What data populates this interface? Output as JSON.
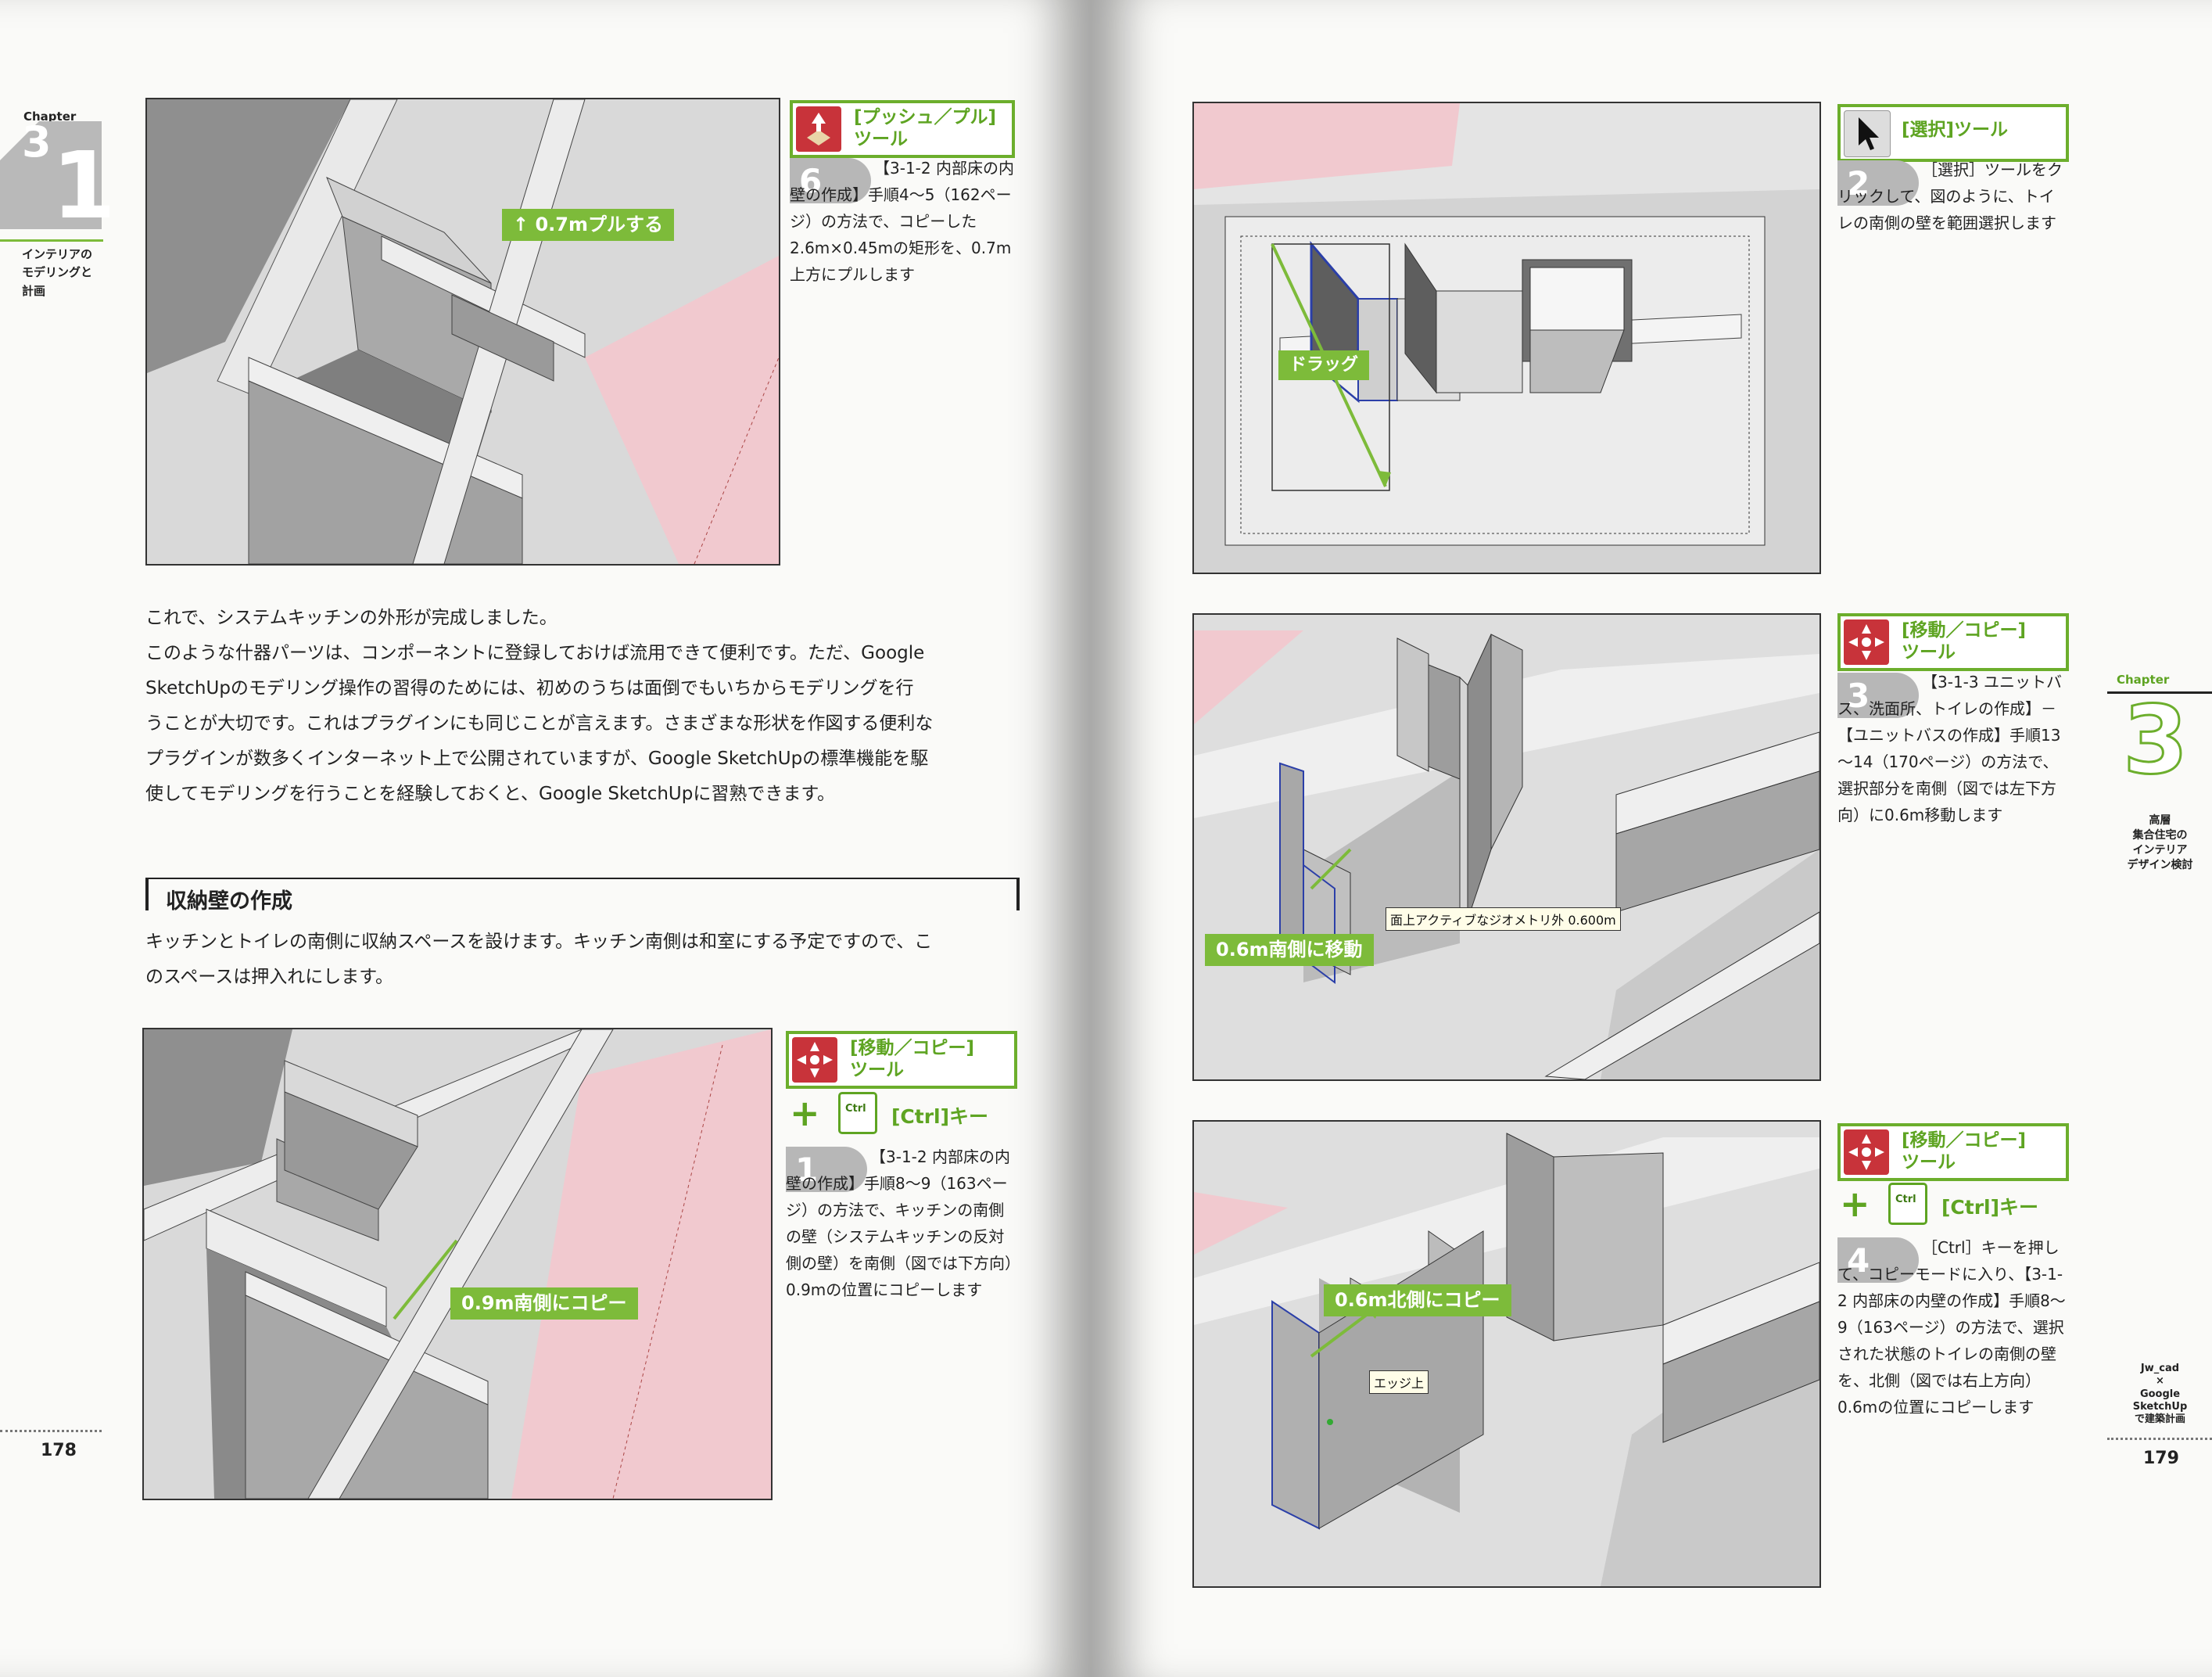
{
  "left_page": {
    "chapter_label": "Chapter",
    "chapter_number": "3",
    "section_number": "1",
    "section_caption": [
      "インテリアの",
      "モデリングと",
      "計画"
    ],
    "page_number": "178",
    "fig1_callout": "0.7mプルする",
    "tool1": {
      "name": "[プッシュ／プル]\nツール",
      "icon": "push-pull-icon",
      "step_number": "6",
      "step_text": "【3-1-2 内部床の内壁の作成】手順4～5（162ページ）の方法で、コピーした2.6m×0.45mの矩形を、0.7m上方にプルします"
    },
    "paragraph": [
      "これで、システムキッチンの外形が完成しました。",
      "このような什器パーツは、コンポーネントに登録しておけば流用できて便利です。ただ、Google",
      "SketchUpのモデリング操作の習得のためには、初めのうちは面倒でもいちからモデリングを行",
      "うことが大切です。これはプラグインにも同じことが言えます。さまざまな形状を作図する便利な",
      "プラグインが数多くインターネット上で公開されていますが、Google SketchUpの標準機能を駆",
      "使してモデリングを行うことを経験しておくと、Google SketchUpに習熟できます。"
    ],
    "heading": "収納壁の作成",
    "intro": [
      "キッチンとトイレの南側に収納スペースを設けます。キッチン南側は和室にする予定ですので、こ",
      "のスペースは押入れにします。"
    ],
    "fig2_callout": "0.9m南側にコピー",
    "tool2": {
      "name": "[移動／コピー]\nツール",
      "icon": "move-copy-icon",
      "key_label": "[Ctrl]キー",
      "key_icon_text": "Ctrl",
      "step_number": "1",
      "step_text": "【3-1-2 内部床の内壁の作成】手順8～9（163ページ）の方法で、キッチンの南側の壁（システムキッチンの反対側の壁）を南側（図では下方向）0.9mの位置にコピーします"
    }
  },
  "right_page": {
    "page_number": "179",
    "tab": {
      "chapter_label": "Chapter",
      "chapter_number": "3",
      "caption": [
        "高層",
        "集合住宅の",
        "インテリア",
        "デザイン検討"
      ],
      "book_title": [
        "Jw_cad",
        "×",
        "Google",
        "SketchUp",
        "で建築計画"
      ]
    },
    "fig3_callout": "ドラッグ",
    "tool3": {
      "name": "[選択]ツール",
      "icon": "select-arrow-icon",
      "step_number": "2",
      "step_text": "［選択］ツールをクリックして、図のように、トイレの南側の壁を範囲選択します"
    },
    "fig4_callout": "0.6m南側に移動",
    "fig4_tooltip": "面上アクティブなジオメトリ外 0.600m",
    "tool4": {
      "name": "[移動／コピー]\nツール",
      "icon": "move-copy-icon",
      "step_number": "3",
      "step_text": "【3-1-3 ユニットバス、洗面所、トイレの作成】－【ユニットバスの作成】手順13～14（170ページ）の方法で、選択部分を南側（図では左下方向）に0.6m移動します"
    },
    "fig5_callout": "0.6m北側にコピー",
    "fig5_tooltip": "エッジ上",
    "tool5": {
      "name": "[移動／コピー]\nツール",
      "icon": "move-copy-icon",
      "key_label": "[Ctrl]キー",
      "key_icon_text": "Ctrl",
      "step_number": "4",
      "step_text": "［Ctrl］キーを押して、コピーモードに入り、【3-1-2 内部床の内壁の作成】手順8～9（163ページ）の方法で、選択された状態のトイレの南側の壁を、北側（図では右上方向）0.6mの位置にコピーします"
    }
  },
  "colors": {
    "accent_green": "#6cae2c",
    "callout_green": "#7dbb3a",
    "red_tool": "#c8333a",
    "selection_blue": "#2b3fa8"
  }
}
